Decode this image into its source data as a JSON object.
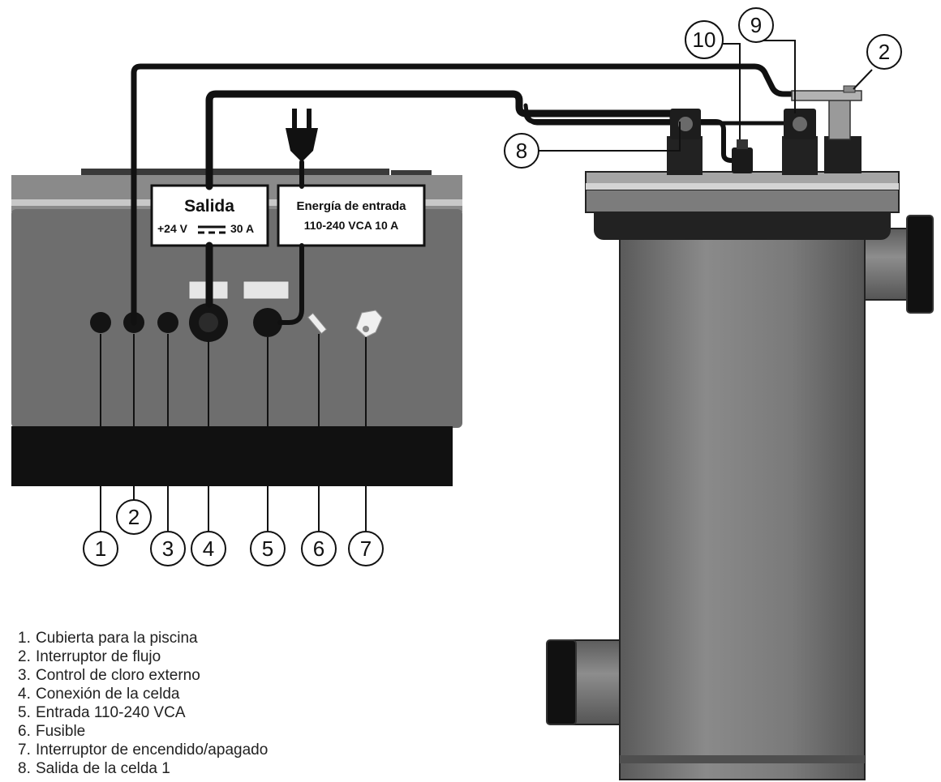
{
  "labels": {
    "output_title": "Salida",
    "output_voltage": "+24 V",
    "output_current": "30 A",
    "input_title": "Energía de entrada",
    "input_spec": "110-240 VCA 10 A"
  },
  "callouts": [
    "1",
    "2",
    "3",
    "4",
    "5",
    "6",
    "7",
    "8",
    "9",
    "10",
    "2"
  ],
  "legend": [
    {
      "num": "1.",
      "text": "Cubierta para la piscina"
    },
    {
      "num": "2.",
      "text": "Interruptor de flujo"
    },
    {
      "num": "3.",
      "text": "Control de cloro externo"
    },
    {
      "num": "4.",
      "text": "Conexión de la celda"
    },
    {
      "num": "5.",
      "text": "Entrada 110-240 VCA"
    },
    {
      "num": "6.",
      "text": "Fusible"
    },
    {
      "num": "7.",
      "text": "Interruptor de encendido/apagado"
    },
    {
      "num": "8.",
      "text": "Salida de la celda 1"
    }
  ],
  "colors": {
    "panel": "#6e6e6e",
    "panel_top": "#8a8a8a",
    "base": "#111111",
    "cable": "#111111",
    "cell_body": "#757575",
    "cell_flange": "#8f8f8f"
  }
}
